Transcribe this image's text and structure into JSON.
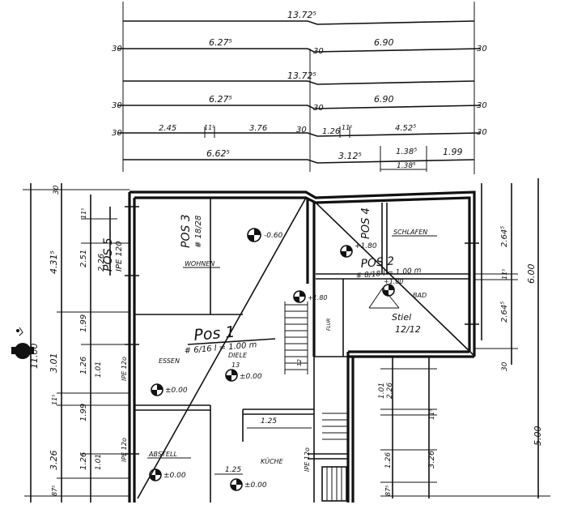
{
  "top_dims": {
    "overall_1": "13.72⁵",
    "row1_left": "6.27⁵",
    "row1_right": "6.90",
    "row1_ends": [
      "30",
      "30",
      "30"
    ],
    "overall_2": "13.72⁵",
    "row2_left": "6.27⁵",
    "row2_right": "6.90",
    "row2_ends": [
      "30",
      "30",
      "30"
    ],
    "row3": [
      "2.45",
      "11⁵",
      "3.76",
      "30",
      "1.26",
      "11⁵",
      "4.52⁵",
      "30"
    ],
    "row3_start": "30",
    "row4": [
      "6.62⁵",
      "3.12⁵",
      "1.38⁵",
      "1.99"
    ],
    "row4_sub": "1.38⁵"
  },
  "left_dims": {
    "overall": "11.00",
    "chain_a": [
      "4.31⁵",
      "3.01",
      "11⁵",
      "3.26",
      "87⁵"
    ],
    "chain_b": [
      "11⁵",
      "2.51",
      "1.99",
      "1.26",
      "1.99",
      "1.26"
    ],
    "chain_c": [
      "2.26",
      "1.01",
      "1.01"
    ],
    "top": "30"
  },
  "right_dims": {
    "chain_a": [
      "2.64⁵",
      "11⁵",
      "2.64⁵",
      "30"
    ],
    "overall_a": "6.00",
    "chain_b": [
      "1.01",
      "2.26",
      "11⁵",
      "3.26",
      "1.26",
      "87⁵"
    ],
    "overall_b": "5.00"
  },
  "labels": {
    "pos1": "Pos 1",
    "pos1_spec": "# 6/16  l = 1.00 m",
    "pos2": "POS 2",
    "pos2_spec": "# 8/18  l = 1.00 m",
    "pos3": "POS 3",
    "pos3_spec": "# 18/28",
    "pos4": "POS 4",
    "pos5": "POS 5",
    "pos5_spec": "IPE 120",
    "ipe_a": "IPE 12o",
    "ipe_b": "IPE 12o",
    "ipe_c": "IPE 12o",
    "stiel": "Stiel",
    "stiel_spec": "12/12",
    "room_wohnen": "WOHNEN",
    "room_schlafen": "SCHLAFEN",
    "room_bad": "BAD",
    "room_essen": "ESSEN",
    "room_kueche": "KÜCHE",
    "room_abstell": "ABSTELL",
    "room_flur": "FLUR",
    "room_diele": "DIELE",
    "lvl_wohnen": "-0.60",
    "lvl_schlafen": "+1.80",
    "lvl_bad": "+1.80",
    "lvl_stair": "+1.80",
    "lvl_flur": "±0.00",
    "lvl_essen": "±0.00",
    "lvl_kueche": "±0.00",
    "lvl_abstell": "±0.00",
    "dim_125_a": "1.25",
    "dim_125_b": "1.25",
    "stair_cnt": "12",
    "step_note": "13"
  },
  "colors": {
    "ink": "#111111",
    "paper": "#ffffff"
  }
}
